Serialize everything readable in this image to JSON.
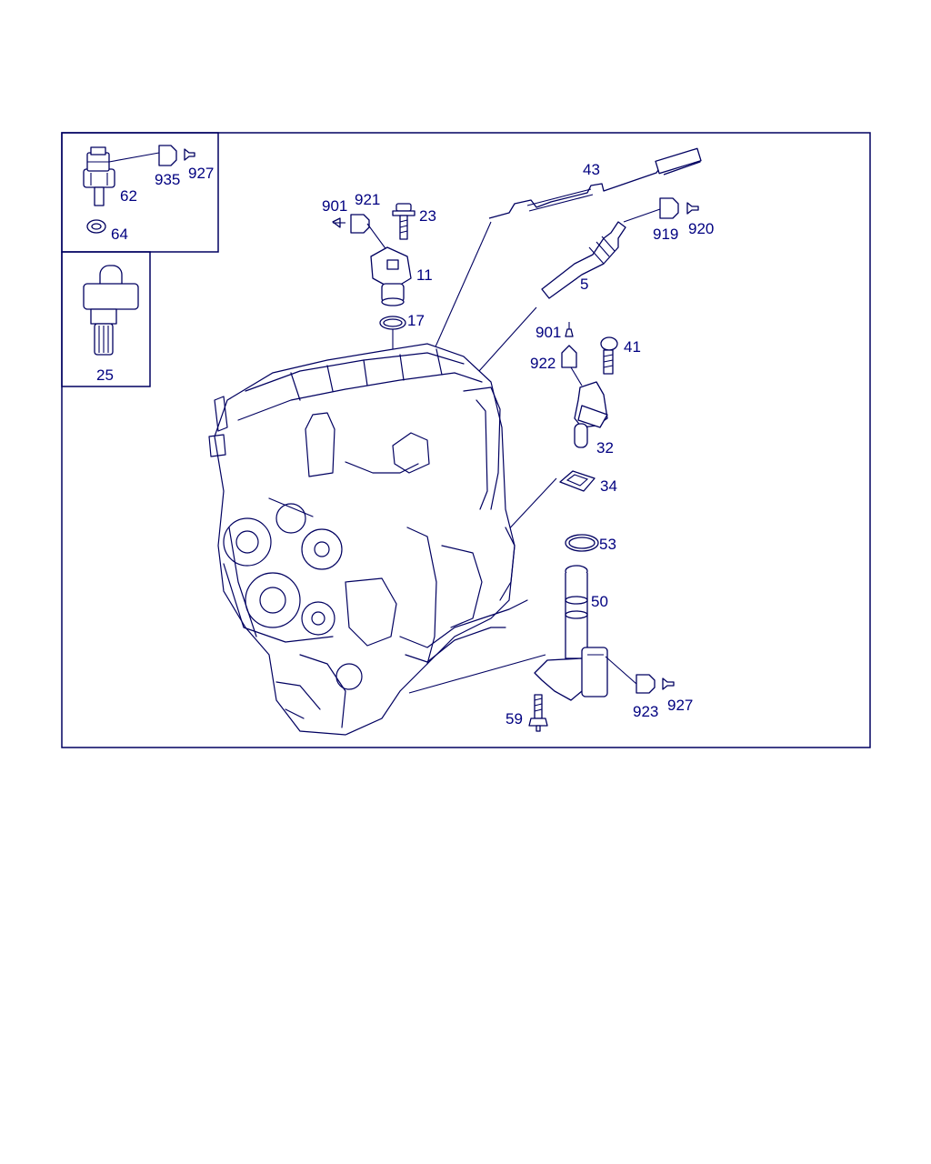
{
  "diagram": {
    "callouts": [
      {
        "id": "62",
        "text": "62"
      },
      {
        "id": "935",
        "text": "935"
      },
      {
        "id": "927a",
        "text": "927"
      },
      {
        "id": "64",
        "text": "64"
      },
      {
        "id": "25",
        "text": "25"
      },
      {
        "id": "901a",
        "text": "901"
      },
      {
        "id": "921",
        "text": "921"
      },
      {
        "id": "23",
        "text": "23"
      },
      {
        "id": "11",
        "text": "11"
      },
      {
        "id": "17",
        "text": "17"
      },
      {
        "id": "43",
        "text": "43"
      },
      {
        "id": "919",
        "text": "919"
      },
      {
        "id": "920",
        "text": "920"
      },
      {
        "id": "5",
        "text": "5"
      },
      {
        "id": "901b",
        "text": "901"
      },
      {
        "id": "41",
        "text": "41"
      },
      {
        "id": "922",
        "text": "922"
      },
      {
        "id": "32",
        "text": "32"
      },
      {
        "id": "34",
        "text": "34"
      },
      {
        "id": "53",
        "text": "53"
      },
      {
        "id": "50",
        "text": "50"
      },
      {
        "id": "923",
        "text": "923"
      },
      {
        "id": "927b",
        "text": "927"
      },
      {
        "id": "59",
        "text": "59"
      }
    ]
  }
}
